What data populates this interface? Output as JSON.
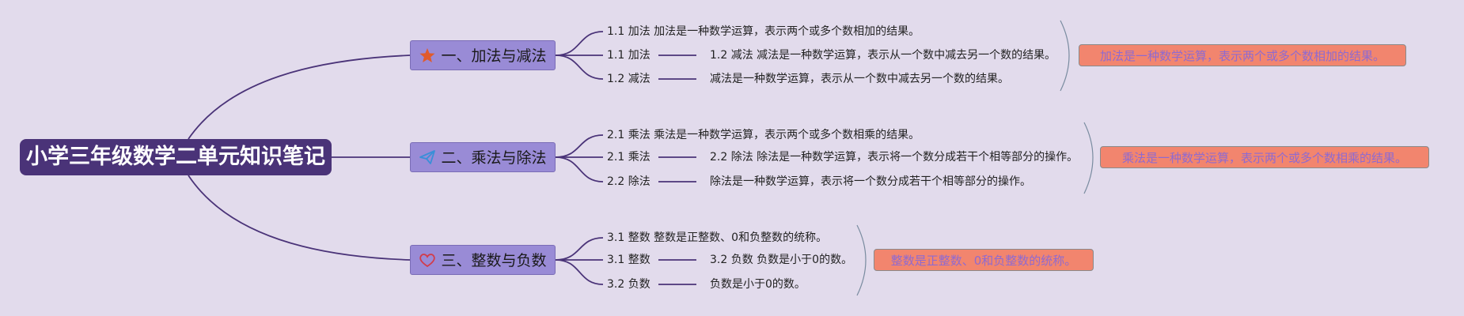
{
  "root": "小学三年级数学二单元知识笔记",
  "branches": [
    {
      "label": "一、加法与减法",
      "icon": "star-icon",
      "icon_color": "#e05a2b",
      "items": [
        "1.1 加法 加法是一种数学运算，表示两个或多个数相加的结果。",
        "1.1 加法",
        "1.2 减法"
      ],
      "mid": [
        "1.2 减法 减法是一种数学运算，表示从一个数中减去另一个数的结果。",
        "减法是一种数学运算，表示从一个数中减去另一个数的结果。"
      ],
      "summary": "加法是一种数学运算，表示两个或多个数相加的结果。"
    },
    {
      "label": "二、乘法与除法",
      "icon": "paper-plane-icon",
      "icon_color": "#3a8fd8",
      "items": [
        "2.1 乘法 乘法是一种数学运算，表示两个或多个数相乘的结果。",
        "2.1 乘法",
        "2.2 除法"
      ],
      "mid": [
        "2.2 除法 除法是一种数学运算，表示将一个数分成若干个相等部分的操作。",
        "除法是一种数学运算，表示将一个数分成若干个相等部分的操作。"
      ],
      "summary": "乘法是一种数学运算，表示两个或多个数相乘的结果。"
    },
    {
      "label": "三、整数与负数",
      "icon": "heart-icon",
      "icon_color": "#d23c4a",
      "items": [
        "3.1 整数 整数是正整数、0和负整数的统称。",
        "3.1 整数",
        "3.2 负数"
      ],
      "mid": [
        "3.2 负数 负数是小于0的数。",
        "负数是小于0的数。"
      ],
      "summary": "整数是正整数、0和负整数的统称。"
    }
  ],
  "colors": {
    "background": "#e2dbec",
    "root": "#4a3378",
    "branch": "#998bd6",
    "line": "#4a3378",
    "summary_fill": "#f2856e",
    "summary_text": "#8f6ad0"
  }
}
